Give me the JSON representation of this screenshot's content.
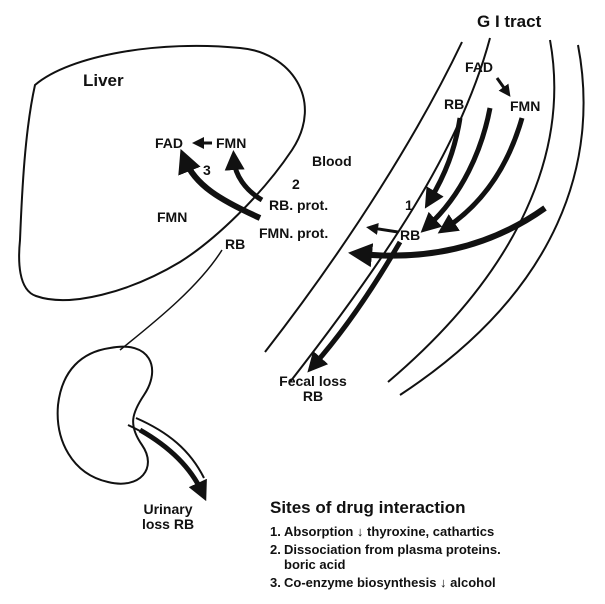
{
  "labels": {
    "gi_tract": "G I tract",
    "liver": "Liver",
    "blood": "Blood",
    "fad_gi": "FAD",
    "rb_gi": "RB",
    "fmn_gi": "FMN",
    "fad_liver": "FAD",
    "fmn_liver": "FMN",
    "site_3": "3",
    "site_2": "2",
    "site_1": "1",
    "rb_prot": "RB. prot.",
    "fmn_blood": "FMN",
    "fmn_prot": "FMN. prot.",
    "rb_liver": "RB",
    "rb_blood": "RB",
    "fecal_loss": "Fecal loss\nRB",
    "urinary_loss": "Urinary\nloss RB"
  },
  "legend": {
    "title": "Sites of drug interaction",
    "items": [
      {
        "num": "1.",
        "text": "Absorption ↓ thyroxine, cathartics"
      },
      {
        "num": "2.",
        "text": "Dissociation from plasma proteins.\nboric acid"
      },
      {
        "num": "3.",
        "text": "Co-enzyme biosynthesis ↓ alcohol"
      }
    ]
  }
}
